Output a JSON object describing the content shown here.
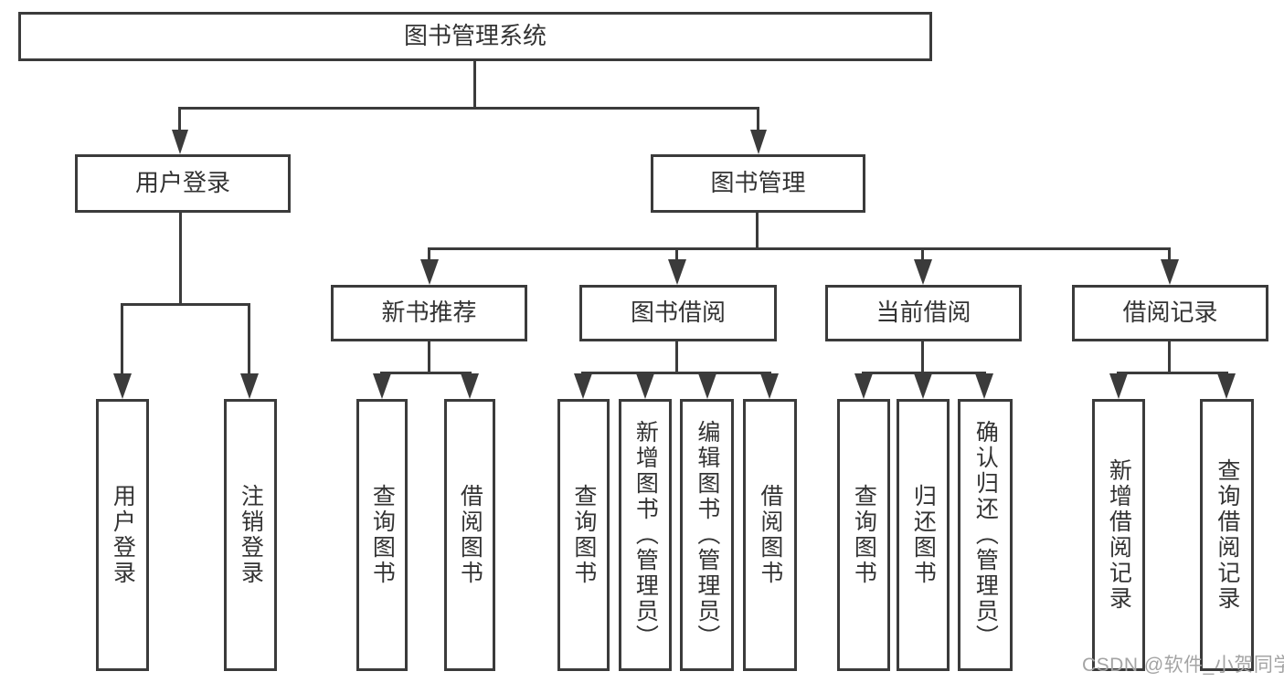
{
  "nodes": {
    "root": "图书管理系统",
    "user_login": "用户登录",
    "book_mgmt": "图书管理",
    "new_book_rec": "新书推荐",
    "book_borrowing": "图书借阅",
    "current_borrowing": "当前借阅",
    "borrowing_records": "借阅记录",
    "leaf_user_login": "用户登录",
    "leaf_logout": "注销登录",
    "leaf_nbr_query": "查询图书",
    "leaf_nbr_borrow": "借阅图书",
    "leaf_bb_query": "查询图书",
    "leaf_bb_add": "新增图书（管理员）",
    "leaf_bb_edit": "编辑图书（管理员）",
    "leaf_bb_borrow": "借阅图书",
    "leaf_cb_query": "查询图书",
    "leaf_cb_return": "归还图书",
    "leaf_cb_confirm": "确认归还（管理员）",
    "leaf_br_add": "新增借阅记录",
    "leaf_br_query": "查询借阅记录"
  },
  "watermark": {
    "text": "CSDN @软件_小贺同学"
  },
  "colors": {
    "line": "#3b3b3b",
    "text": "#333333",
    "watermark": "#a4a4a4",
    "background": "#ffffff"
  }
}
